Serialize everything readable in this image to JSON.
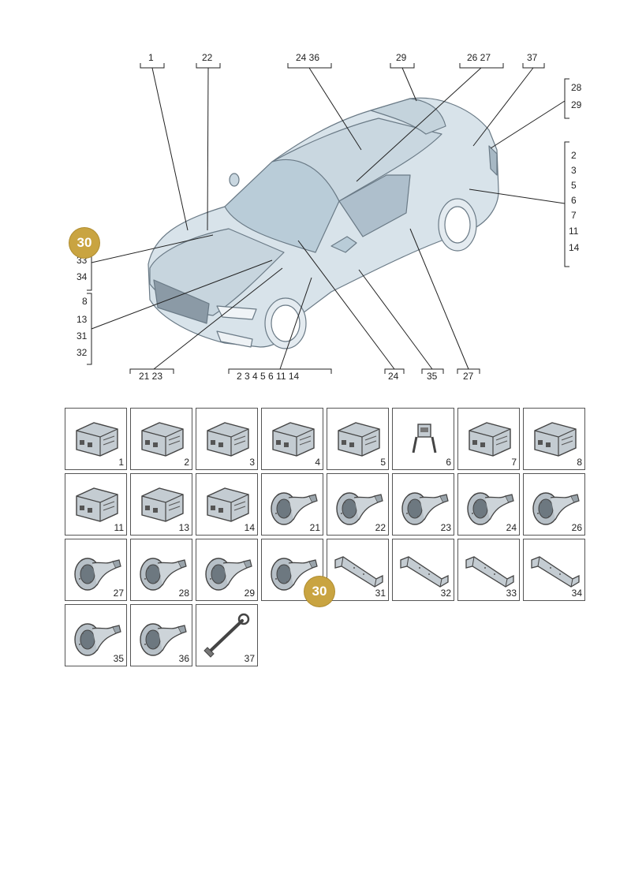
{
  "callouts": {
    "top": {
      "c1": "1",
      "c22": "22",
      "c24_36": "24  36",
      "c29": "29",
      "c26_27": "26  27",
      "c37": "37"
    },
    "right_group_a": [
      "28",
      "29"
    ],
    "right_group_b": [
      "2",
      "3",
      "5",
      "6",
      "7",
      "11",
      "14"
    ],
    "left_group_a": [
      "33",
      "34"
    ],
    "left_group_b": [
      "8",
      "13",
      "31",
      "32"
    ],
    "bottom": {
      "c21_23": "21  23",
      "cmulti": "2  3  4  5  6  11  14",
      "c24": "24",
      "c35": "35",
      "c27": "27"
    }
  },
  "highlight_badge": "30",
  "parts": [
    {
      "num": "1",
      "icon": "connector-housing"
    },
    {
      "num": "2",
      "icon": "connector-housing"
    },
    {
      "num": "3",
      "icon": "connector-housing"
    },
    {
      "num": "4",
      "icon": "connector-housing"
    },
    {
      "num": "5",
      "icon": "connector-housing"
    },
    {
      "num": "6",
      "icon": "flat-contact"
    },
    {
      "num": "7",
      "icon": "connector-housing"
    },
    {
      "num": "8",
      "icon": "connector-housing"
    },
    {
      "num": "11",
      "icon": "connector-housing"
    },
    {
      "num": "13",
      "icon": "connector-housing"
    },
    {
      "num": "14",
      "icon": "connector-housing"
    },
    {
      "num": "21",
      "icon": "grommet"
    },
    {
      "num": "22",
      "icon": "grommet"
    },
    {
      "num": "23",
      "icon": "grommet"
    },
    {
      "num": "24",
      "icon": "grommet"
    },
    {
      "num": "26",
      "icon": "grommet"
    },
    {
      "num": "27",
      "icon": "grommet"
    },
    {
      "num": "28",
      "icon": "grommet"
    },
    {
      "num": "29",
      "icon": "grommet"
    },
    {
      "num": "",
      "icon": "grommet"
    },
    {
      "num": "31",
      "icon": "cable-channel"
    },
    {
      "num": "32",
      "icon": "cable-channel"
    },
    {
      "num": "33",
      "icon": "cable-channel"
    },
    {
      "num": "34",
      "icon": "cable-channel"
    },
    {
      "num": "35",
      "icon": "grommet"
    },
    {
      "num": "36",
      "icon": "grommet"
    },
    {
      "num": "37",
      "icon": "tool"
    }
  ]
}
